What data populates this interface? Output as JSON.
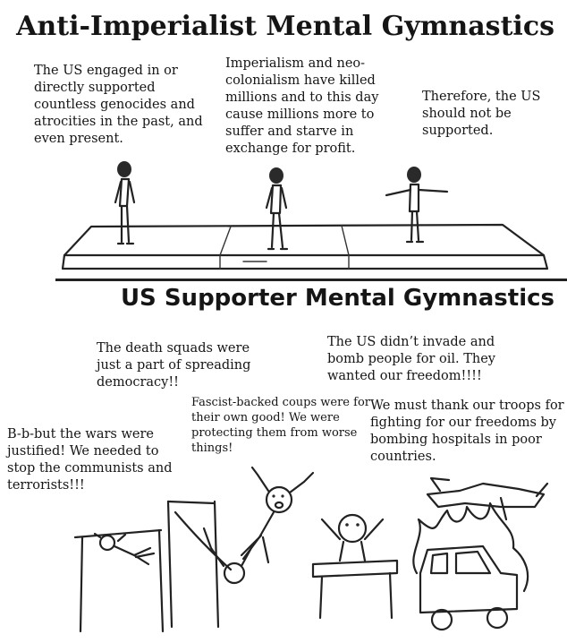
{
  "top_panel": {
    "title": "Anti-Imperialist Mental Gymnastics",
    "captions": [
      "The US engaged in or directly supported countless genocides and atrocities in the past, and even present.",
      "Imperialism and neo-colonialism have killed millions and to this day cause millions more to suffer and starve in exchange for profit.",
      "Therefore, the US should not be supported."
    ]
  },
  "bottom_panel": {
    "title": "US Supporter Mental Gymnastics",
    "captions": [
      "The death squads were just a part of spreading democracy!!",
      "The US didn’t invade and bomb people for oil. They wanted our freedom!!!!",
      "Fascist-backed coups were for their own good! We were protecting them from worse things!",
      "We must thank our troops for fighting for our freedoms by bombing hospitals in poor countries.",
      "B-b-but the wars were justified! We needed to stop the communists and terrorists!!!"
    ]
  },
  "colors": {
    "ink": "#222222",
    "background": "#ffffff",
    "flame": "#ffffff"
  }
}
